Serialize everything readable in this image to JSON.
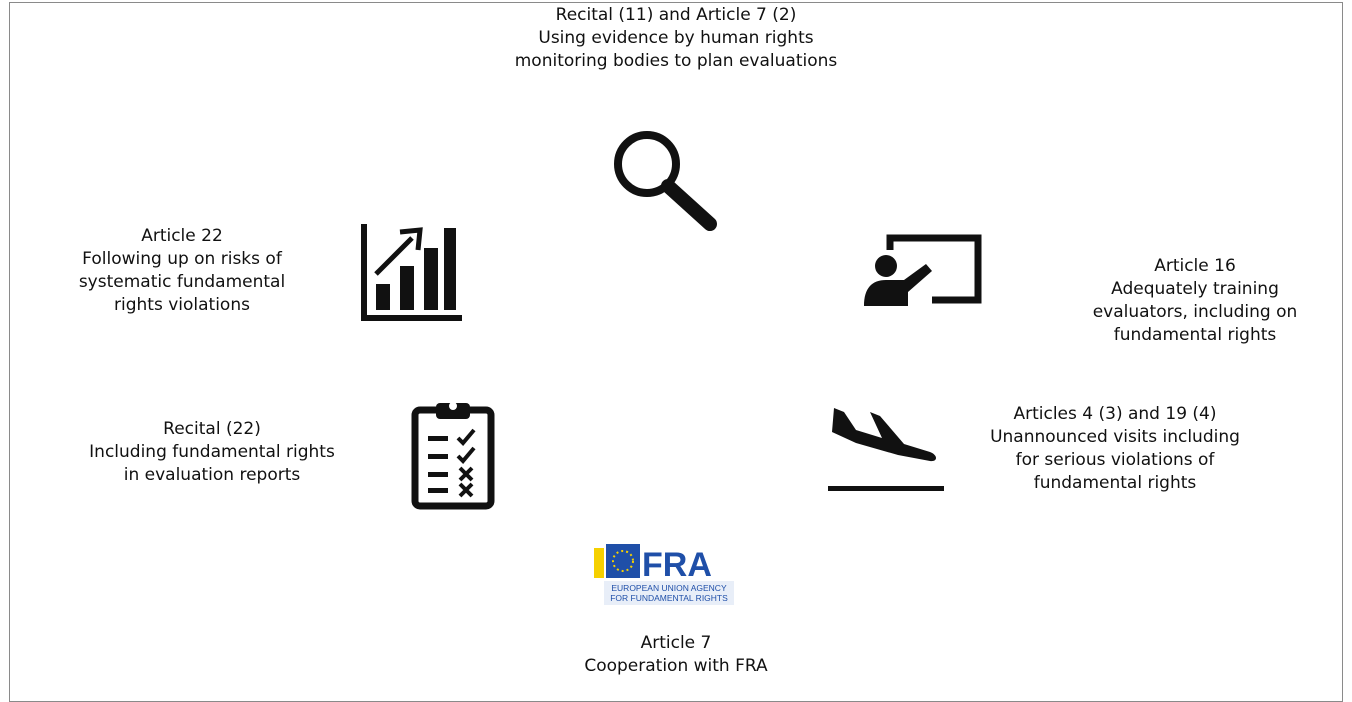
{
  "diagram": {
    "items": [
      {
        "lines": [
          "Recital (11) and Article 7 (2)",
          "Using evidence by human rights",
          "monitoring bodies to plan evaluations"
        ],
        "icon": "magnifier-icon"
      },
      {
        "lines": [
          "Article 16",
          "Adequately training",
          "evaluators, including on",
          "fundamental rights"
        ],
        "icon": "teacher-board-icon"
      },
      {
        "lines": [
          "Articles 4 (3) and 19 (4)",
          "Unannounced visits including",
          "for serious violations of",
          "fundamental rights"
        ],
        "icon": "plane-landing-icon"
      },
      {
        "lines": [
          "Article 7",
          "Cooperation with FRA"
        ],
        "icon": "fra-logo"
      },
      {
        "lines": [
          "Recital (22)",
          "Including fundamental rights",
          "in evaluation reports"
        ],
        "icon": "clipboard-checklist-icon"
      },
      {
        "lines": [
          "Article 22",
          "Following up on risks of",
          "systematic fundamental",
          "rights violations"
        ],
        "icon": "bar-chart-trend-icon"
      }
    ],
    "fra_logo": {
      "wordmark": "FRA",
      "line1": "EUROPEAN UNION AGENCY",
      "line2": "FOR FUNDAMENTAL RIGHTS"
    },
    "colors": {
      "text": "#111111",
      "icon": "#111111",
      "frame": "#8a8a8a",
      "fra_blue": "#1f4fa8",
      "fra_yellow": "#f5d000"
    }
  }
}
